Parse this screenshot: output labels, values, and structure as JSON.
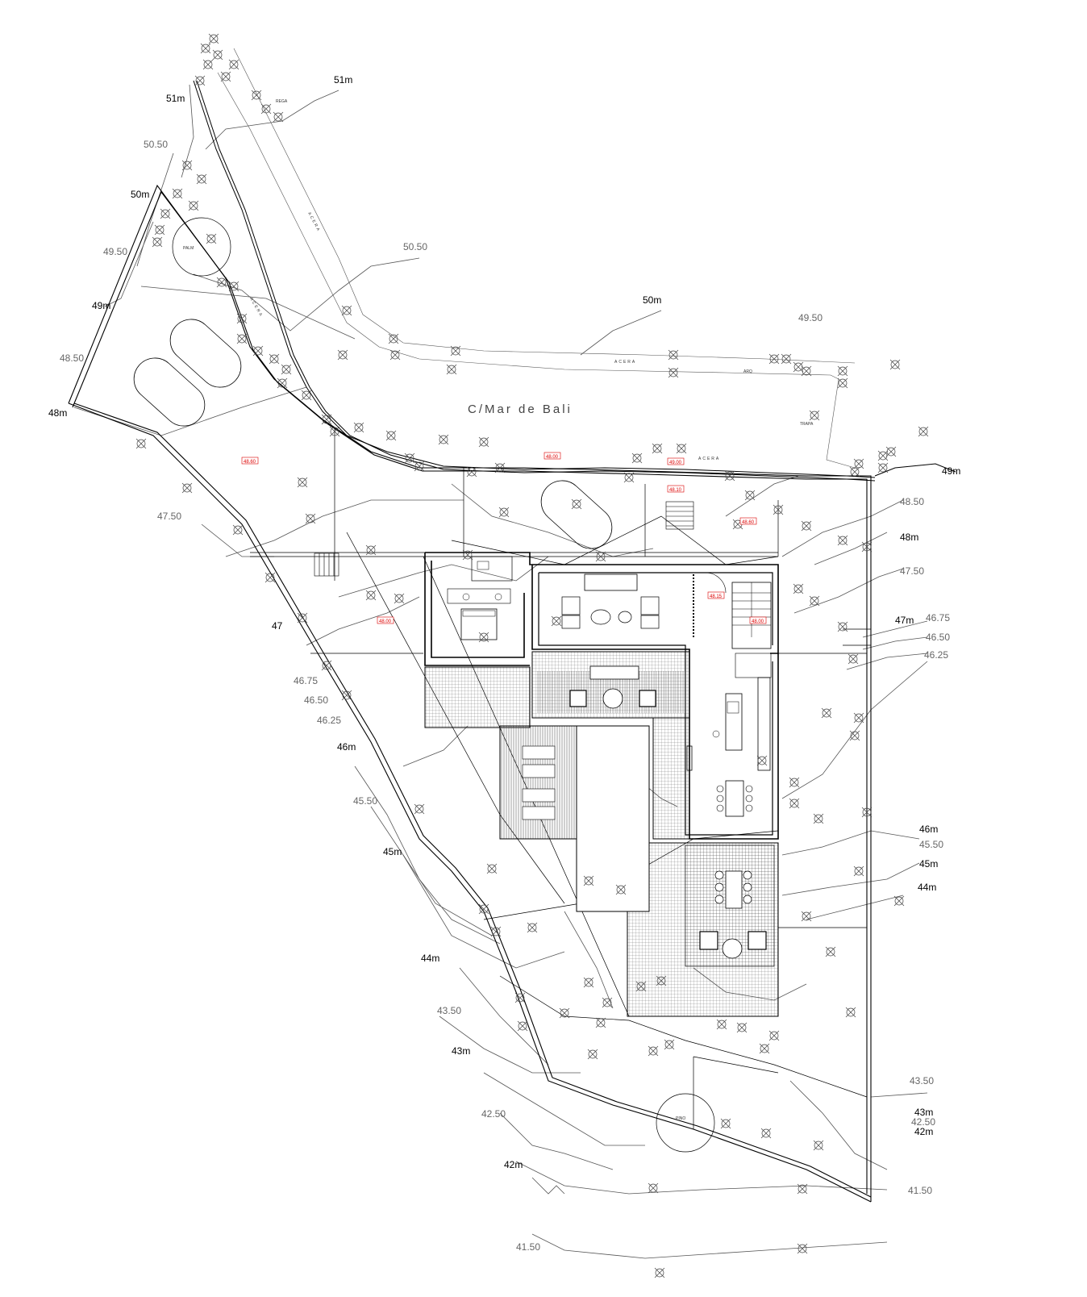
{
  "street": {
    "name": "C/Mar de Bali",
    "sidewalk": "ACERA"
  },
  "contours_bold": [
    "51m",
    "51m",
    "50m",
    "50m",
    "49m",
    "48m",
    "49m",
    "48m",
    "47",
    "47m",
    "46m",
    "46m",
    "45m",
    "45m",
    "44m",
    "44m",
    "43m",
    "43m",
    "42m",
    "42m"
  ],
  "contours_minor": [
    "50.50",
    "50.50",
    "49.50",
    "49.50",
    "48.50",
    "48.50",
    "47.50",
    "47.50",
    "46.75",
    "46.75",
    "46.50",
    "46.50",
    "46.25",
    "46.25",
    "45.50",
    "45.50",
    "43.50",
    "43.50",
    "42.50",
    "42.50",
    "41.50",
    "41.50"
  ],
  "levels": [
    "48.60",
    "48.00",
    "49.00",
    "48.10",
    "48.60",
    "48.15",
    "48.00",
    "48.00"
  ],
  "point_labels": [
    "PALM",
    "TRAPA",
    "REGA",
    "ARQ",
    "PINO"
  ],
  "colors": {
    "line": "#000000",
    "contour": "#555555",
    "grid": "#555555",
    "level": "#dd0000"
  }
}
